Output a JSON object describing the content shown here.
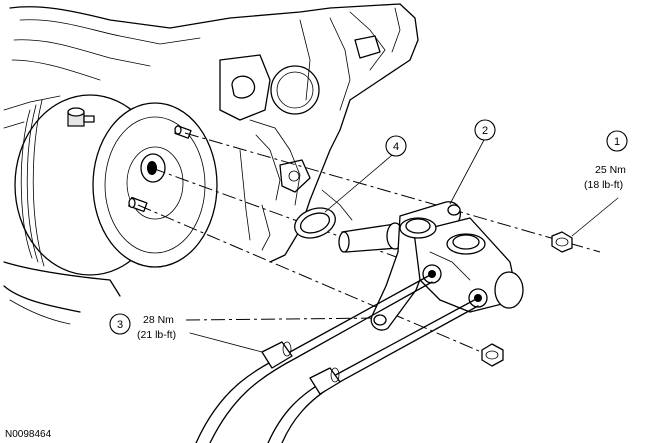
{
  "callouts": [
    {
      "number": "1",
      "torque_nm": "25 Nm",
      "torque_lbft": "(18 lb-ft)"
    },
    {
      "number": "2"
    },
    {
      "number": "3",
      "torque_nm": "28 Nm",
      "torque_lbft": "(21 lb-ft)"
    },
    {
      "number": "4"
    }
  ],
  "figure_id": "N0098464"
}
